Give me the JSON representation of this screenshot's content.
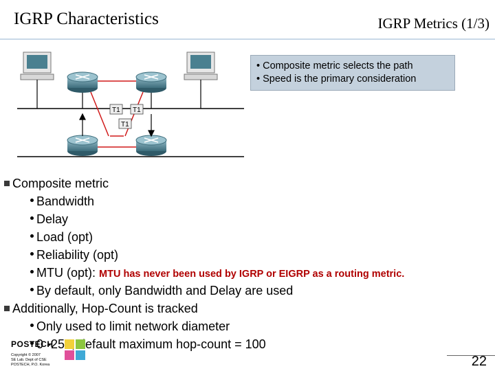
{
  "header": {
    "title_left": "IGRP Characteristics",
    "title_right": "IGRP Metrics (1/3)"
  },
  "diagram": {
    "link_labels": [
      "T1",
      "T1",
      "T1"
    ]
  },
  "callout": {
    "lines": [
      "• Composite metric selects the path",
      "• Speed is the primary consideration"
    ]
  },
  "bullets": {
    "composite": "Composite metric",
    "bandwidth": "Bandwidth",
    "delay": "Delay",
    "load": "Load (opt)",
    "reliability": "Reliability (opt)",
    "mtu": "MTU (opt):",
    "mtu_note": "MTU has never been used by IGRP or EIGRP as a routing metric.",
    "default": "By default, only Bandwidth and Delay are used",
    "hopcount": "Additionally, Hop-Count is tracked",
    "limit": "Only used to limit network diameter",
    "range": "0 -255, default maximum hop-count = 100"
  },
  "footer": {
    "logo": "POSTECH",
    "copyright": "Copyright © 2007",
    "lab": "SE Lab. Dept of CSE",
    "org": "POSTECH, P.O. Korea",
    "page": "22"
  },
  "colors": {
    "callout_bg": "#c4d1dd",
    "note_red": "#b00000",
    "router_teal": "#5a8a98"
  }
}
